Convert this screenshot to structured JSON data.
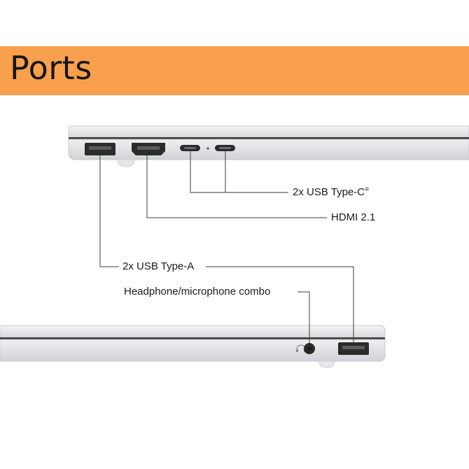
{
  "banner": {
    "title": "Ports",
    "color": "#f9a04f"
  },
  "callouts": {
    "usb_c": {
      "text": "2x USB Type-C",
      "mark": "®"
    },
    "hdmi": {
      "text": "HDMI 2.1"
    },
    "usb_a": {
      "text": "2x USB Type-A"
    },
    "audio": {
      "text": "Headphone/microphone combo"
    }
  },
  "views": {
    "left_side": [
      "usb-a-port",
      "hdmi-port",
      "usb-c-port",
      "usb-c-port"
    ],
    "right_side": [
      "headphone-icon",
      "audio-jack",
      "usb-a-port"
    ]
  },
  "colors": {
    "chassis": "#e4e5e7",
    "seam": "#3a3a3a",
    "port": "#2b2b2b"
  }
}
